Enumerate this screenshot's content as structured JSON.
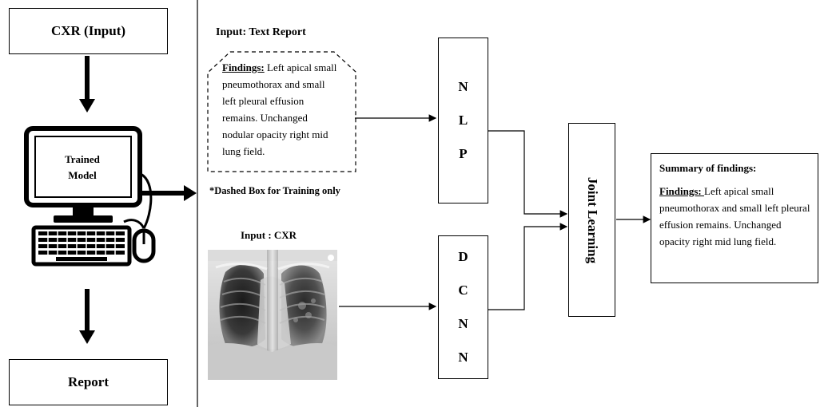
{
  "left_panel": {
    "input_label": "CXR (Input)",
    "model_label_line1": "Trained",
    "model_label_line2": "Model",
    "output_label": "Report"
  },
  "right_panel": {
    "text_input_title": "Input: Text Report",
    "findings_label": "Findings:",
    "findings_text": " Left apical small pneumothorax and small left pleural effusion remains. Unchanged nodular opacity right mid lung field.",
    "dashed_note": "*Dashed Box for Training only",
    "cxr_input_title": "Input : CXR",
    "nlp_letters": [
      "N",
      "L",
      "P"
    ],
    "dcnn_letters": [
      "D",
      "C",
      "N",
      "N"
    ],
    "joint_label": "Joint Learning",
    "summary_title": "Summary of findings:",
    "summary_findings_label": "Findings: ",
    "summary_text": "Left apical small pneumothorax and small left pleural effusion remains. Unchanged opacity right mid lung field."
  },
  "icons": {
    "computer": "desktop-computer-icon",
    "xray": "chest-xray-image"
  }
}
